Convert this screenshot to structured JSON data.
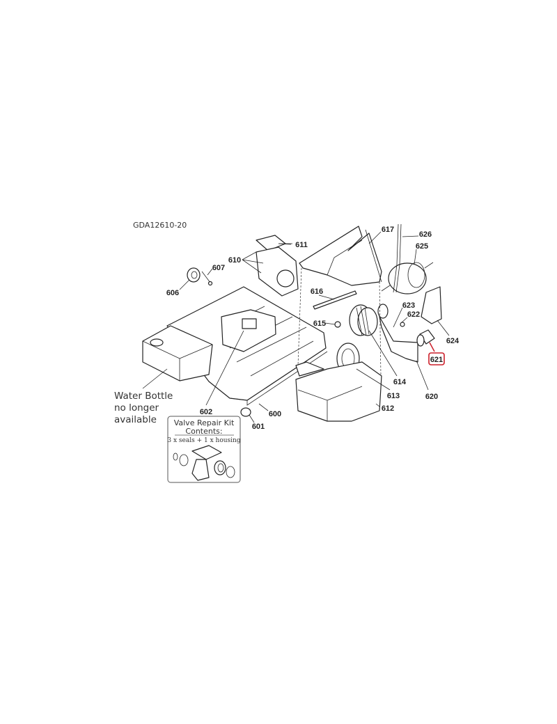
{
  "diagram": {
    "drawing_code": "GDA12610-20",
    "part_labels": {
      "p600": "600",
      "p601": "601",
      "p602": "602",
      "p606": "606",
      "p607": "607",
      "p610": "610",
      "p611": "611",
      "p612": "612",
      "p613": "613",
      "p614": "614",
      "p615": "615",
      "p616": "616",
      "p617": "617",
      "p620": "620",
      "p621": "621",
      "p622": "622",
      "p623": "623",
      "p624": "624",
      "p625": "625",
      "p626": "626"
    },
    "highlighted_part": "621",
    "highlight_color": "#cc1f2a",
    "water_bottle_note": [
      "Water Bottle",
      "no longer",
      "available"
    ],
    "valve_kit": {
      "title": "Valve Repair Kit",
      "subtitle": "Contents:",
      "contents": "3 x seals  +  1 x housing"
    }
  }
}
